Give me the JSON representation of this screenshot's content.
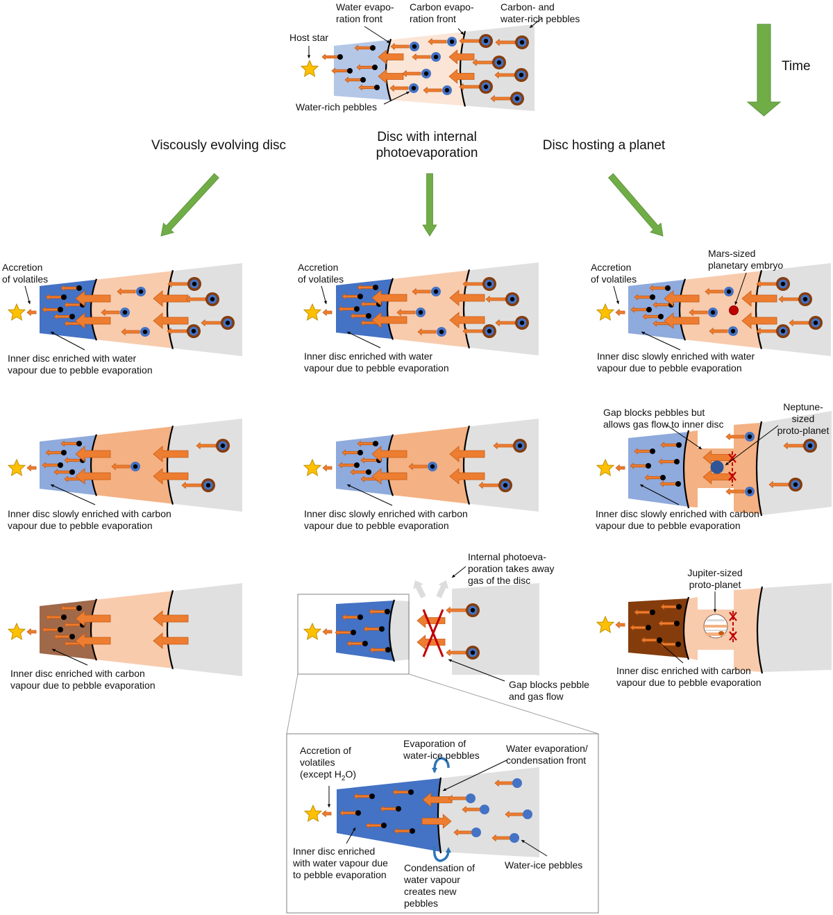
{
  "colors": {
    "water_blue": "#4472c4",
    "light_blue": "#b4c7e7",
    "mid_blue": "#8faadc",
    "peach_light": "#f8cbad",
    "peach_top": "#fbe5d6",
    "peach_mid": "#f4b183",
    "grey": "#e0e0e0",
    "carbon_brown": "#a0694a",
    "dark_brown": "#843c0c",
    "arrow_orange": "#ed7d31",
    "arrow_edge": "#c55a11",
    "green": "#70ad47",
    "star": "#ffc000",
    "red": "#c00000",
    "planet_blue": "#2f5597",
    "pebble_blue": "#4472c4",
    "pebble_rim": "#843c0c"
  },
  "top": {
    "host_star": "Host star",
    "water_front": "Water evapo-\nration front",
    "carbon_front": "Carbon evapo-\nration front",
    "carbon_water_pebbles": "Carbon- and\nwater-rich pebbles",
    "water_rich_pebbles": "Water-rich pebbles",
    "time": "Time"
  },
  "columns": [
    {
      "title": "Viscously evolving disc"
    },
    {
      "title": "Disc with internal\nphotoevaporation"
    },
    {
      "title": "Disc hosting a planet"
    }
  ],
  "panels": {
    "c1r1": {
      "accretion": "Accretion\nof volatiles",
      "caption": "Inner disc enriched with water\nvapour due to pebble evaporation"
    },
    "c1r2": {
      "caption": "Inner disc slowly enriched with carbon\nvapour due to pebble evaporation"
    },
    "c1r3": {
      "caption": "Inner disc enriched with carbon\nvapour due to pebble evaporation"
    },
    "c2r1": {
      "accretion": "Accretion\nof volatiles",
      "caption": "Inner disc enriched with water\nvapour due to pebble evaporation"
    },
    "c2r2": {
      "caption": "Inner disc slowly enriched with carbon\nvapour due to pebble evaporation"
    },
    "c2r3": {
      "photoevap": "Internal photoeva-\nporation takes away\ngas of the disc",
      "gap": "Gap blocks pebble\nand gas flow"
    },
    "c3r1": {
      "accretion": "Accretion\nof volatiles",
      "embryo": "Mars-sized\nplanetary embryo",
      "caption": "Inner disc slowly enriched with water\nvapour due to pebble evaporation"
    },
    "c3r2": {
      "gap": "Gap blocks pebbles but\nallows gas flow to inner disc",
      "planet": "Neptune-sized\nproto-planet",
      "caption": "Inner disc slowly enriched with carbon\nvapour due to pebble evaporation"
    },
    "c3r3": {
      "planet": "Jupiter-sized\nproto-planet",
      "caption": "Inner disc enriched with carbon\nvapour due to pebble evaporation"
    }
  },
  "zoom_inset": {
    "accretion": "Accretion of\nvolatiles\n(except H",
    "accretion_sub": "2",
    "accretion_end": "O)",
    "evaporation": "Evaporation of\nwater-ice pebbles",
    "front": "Water evaporation/\ncondensation front",
    "inner": "Inner disc enriched\nwith water vapour due\nto pebble evaporation",
    "condensation": "Condensation of\nwater vapour\ncreates new\npebbles",
    "ice_pebbles": "Water-ice pebbles"
  }
}
